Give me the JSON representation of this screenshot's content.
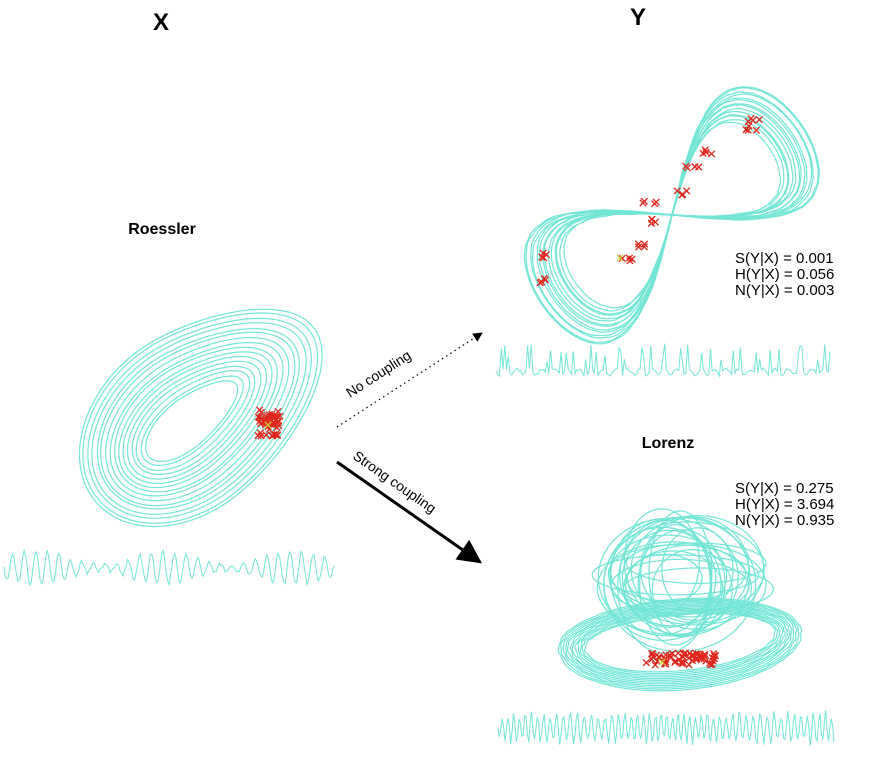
{
  "colors": {
    "trajectory": "#73e6d6",
    "neighbor": "#e0261c",
    "reference": "#c8d23a",
    "arrow": "#000000"
  },
  "headers": {
    "x": "X",
    "y": "Y"
  },
  "systems": {
    "roessler": {
      "label": "Roessler"
    },
    "lorenz": {
      "label": "Lorenz"
    }
  },
  "arrows": {
    "no_coupling": {
      "label": "No coupling",
      "style": "dotted"
    },
    "strong_coupling": {
      "label": "Strong coupling",
      "style": "solid"
    }
  },
  "measures": {
    "no_coupling": [
      "S(Y|X) = 0.001",
      "H(Y|X) = 0.056",
      "N(Y|X) = 0.003"
    ],
    "strong_coupling": [
      "S(Y|X) = 0.275",
      "H(Y|X) = 3.694",
      "N(Y|X) = 0.935"
    ]
  }
}
